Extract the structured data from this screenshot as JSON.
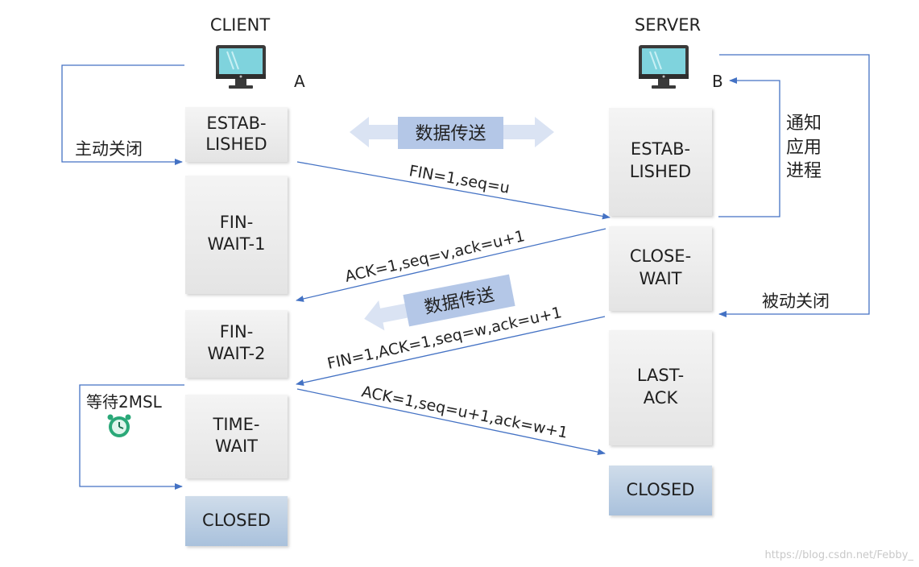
{
  "actors": {
    "client": {
      "title": "CLIENT",
      "tag": "A"
    },
    "server": {
      "title": "SERVER",
      "tag": "B"
    }
  },
  "client_states": {
    "established": [
      "ESTAB-",
      "LISHED"
    ],
    "fin_wait_1": [
      "FIN-",
      "WAIT-1"
    ],
    "fin_wait_2": [
      "FIN-",
      "WAIT-2"
    ],
    "time_wait": [
      "TIME-",
      "WAIT"
    ],
    "closed": [
      "CLOSED"
    ]
  },
  "server_states": {
    "established": [
      "ESTAB-",
      "LISHED"
    ],
    "close_wait": [
      "CLOSE-",
      "WAIT"
    ],
    "last_ack": [
      "LAST-",
      "ACK"
    ],
    "closed": [
      "CLOSED"
    ]
  },
  "messages": {
    "fin": "FIN=1,seq=u",
    "ack1": "ACK=1,seq=v,ack=u+1",
    "fin_ack": "FIN=1,ACK=1,seq=w,ack=u+1",
    "ack2": "ACK=1,seq=u+1,ack=w+1"
  },
  "side_labels": {
    "active_close": "主动关闭",
    "passive_close": "被动关闭",
    "notify_app": [
      "通知",
      "应用",
      "进程"
    ],
    "wait_2msl": "等待2MSL"
  },
  "data_transfer": {
    "both_ways": "数据传送",
    "one_way": "数据传送"
  },
  "icons": {
    "client_computer": "monitor-icon",
    "server_computer": "monitor-icon",
    "timer": "alarm-clock-icon"
  },
  "colors": {
    "line": "#4472c4",
    "state_box": "#ededed",
    "closed_box": "#bcd0e6",
    "monitor_screen": "#7fd3dd",
    "clock": "#2aa878",
    "transfer_bg": "#b4c7e7"
  },
  "watermark": "https://blog.csdn.net/Febby_"
}
